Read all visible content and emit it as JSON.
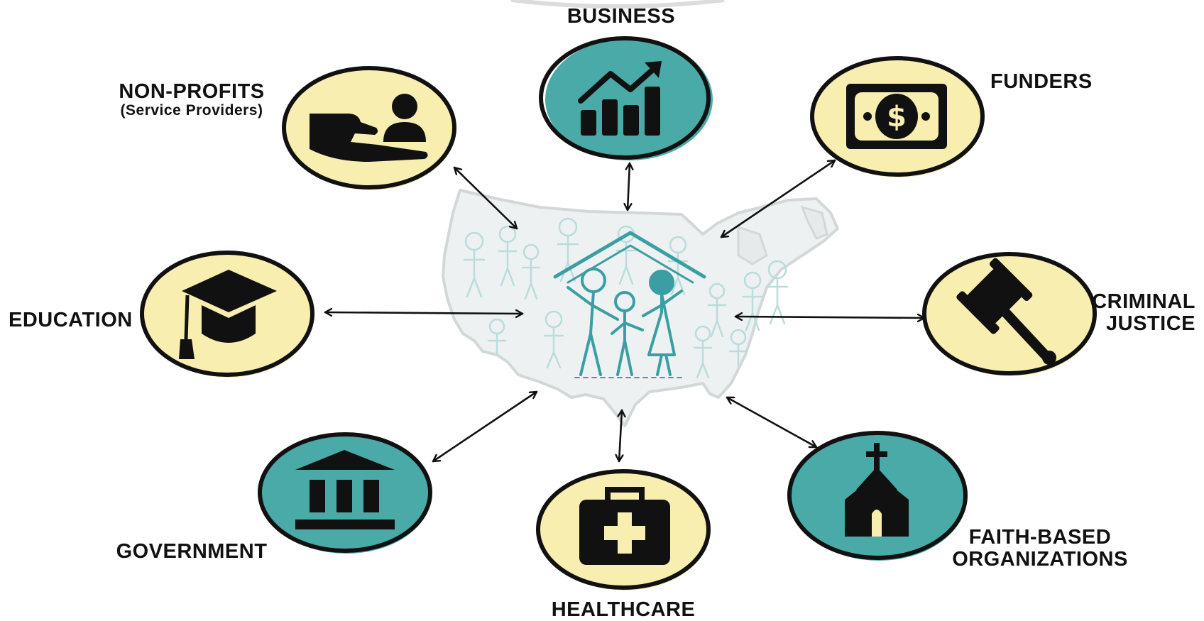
{
  "center": {
    "description_icon": "family-under-roof-over-us-map"
  },
  "nodes": [
    {
      "id": "business",
      "label": "BUSINESS",
      "icon": "growth-chart-icon",
      "fill": "#4aaaa7"
    },
    {
      "id": "non-profits",
      "label": "NON-PROFITS",
      "sublabel": "(Service Providers)",
      "icon": "helping-hand-icon",
      "fill": "#f7eeb0"
    },
    {
      "id": "funders",
      "label": "FUNDERS",
      "icon": "dollar-bill-icon",
      "fill": "#f7eeb0"
    },
    {
      "id": "education",
      "label": "EDUCATION",
      "icon": "graduation-cap-icon",
      "fill": "#f7eeb0"
    },
    {
      "id": "criminal-justice",
      "label_line1": "CRIMINAL",
      "label_line2": "JUSTICE",
      "icon": "gavel-icon",
      "fill": "#f7eeb0"
    },
    {
      "id": "government",
      "label": "GOVERNMENT",
      "icon": "government-building-icon",
      "fill": "#4aaaa7"
    },
    {
      "id": "healthcare",
      "label": "HEALTHCARE",
      "icon": "medical-kit-icon",
      "fill": "#f7eeb0"
    },
    {
      "id": "faith-based",
      "label_line1": "FAITH-BASED",
      "label_line2": "ORGANIZATIONS",
      "icon": "church-icon",
      "fill": "#4aaaa7"
    }
  ],
  "colors": {
    "teal": "#4aaaa7",
    "cream": "#f7eeb0",
    "map": "#e4e8e8",
    "family": "#3a9ea3",
    "ink": "#111111"
  }
}
